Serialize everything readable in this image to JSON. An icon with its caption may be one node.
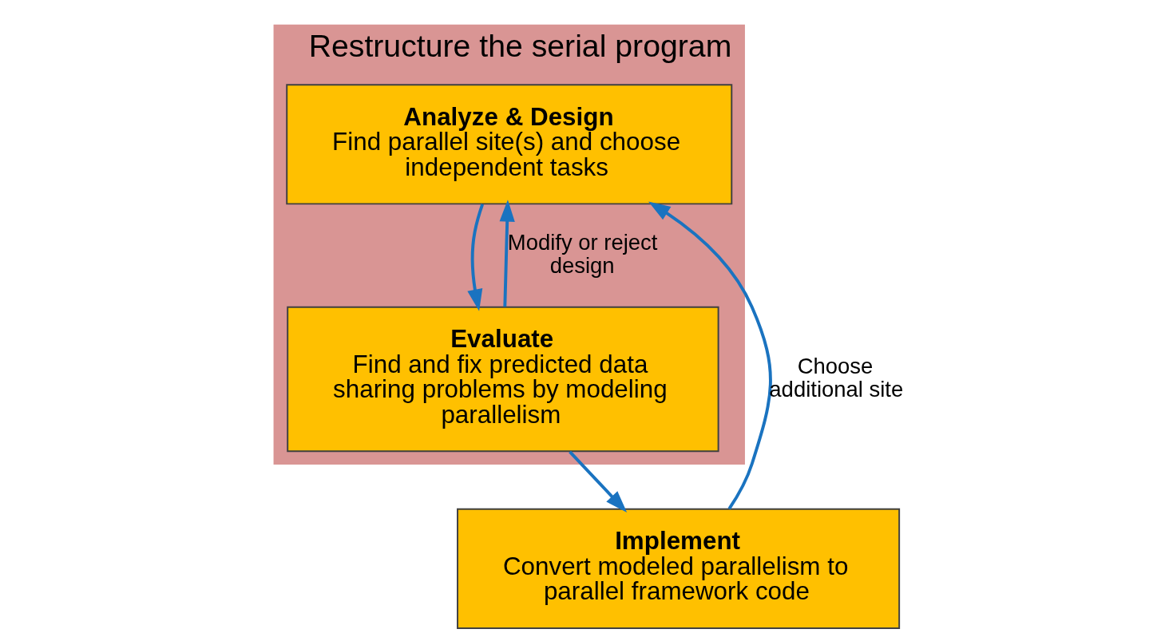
{
  "diagram": {
    "nodes": [
      {
        "text": [
          "Restructure the serial program"
        ]
      },
      {
        "text": [
          "Analyze & Design",
          "Find parallel site(s) and choose independent tasks"
        ],
        "in": 0
      },
      {
        "text": [
          "Evaluate",
          "Find and fix predicted data sharing problems by modeling parallelism"
        ],
        "in": 0
      },
      {
        "text": [
          "Implement",
          "Convert modeled parallelism to parallel framework code"
        ]
      }
    ],
    "edges": [
      {
        "from": 1,
        "to": 2,
        "arrow": "to"
      },
      {
        "from": 2,
        "to": 3,
        "arrow": "to"
      },
      {
        "from": 2,
        "to": 1,
        "arrow": "to",
        "label": "Modify or reject design"
      },
      {
        "from": 3,
        "to": 1,
        "arrow": "to",
        "label": "Choose additional site"
      }
    ]
  }
}
